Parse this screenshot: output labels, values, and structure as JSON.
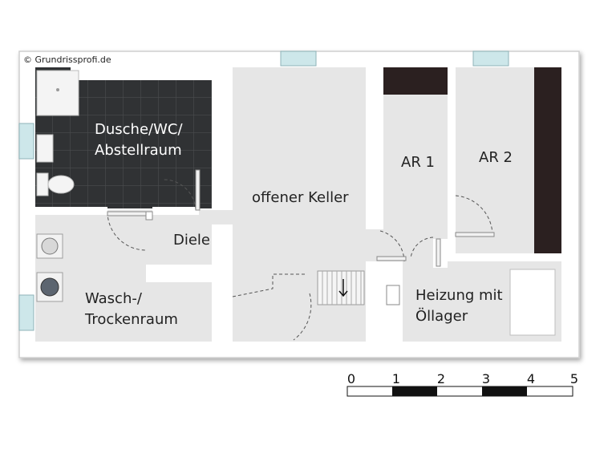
{
  "copyright": "© Grundrissprofi.de",
  "rooms": {
    "bath_line1": "Dusche/WC/",
    "bath_line2": "Abstellraum",
    "diele": "Diele",
    "keller": "offener Keller",
    "ar1": "AR 1",
    "ar2": "AR 2",
    "wasch_line1": "Wasch-/",
    "wasch_line2": "Trockenraum",
    "heizung_line1": "Heizung mit",
    "heizung_line2": "Öllager"
  },
  "scale": {
    "labels": [
      "0",
      "1",
      "2",
      "3",
      "4",
      "5"
    ]
  },
  "colors": {
    "wall": "#ffffff",
    "floor": "#e6e6e6",
    "tile": "#303234",
    "dark_storage": "#2b2020",
    "window": "#cde7ea"
  }
}
